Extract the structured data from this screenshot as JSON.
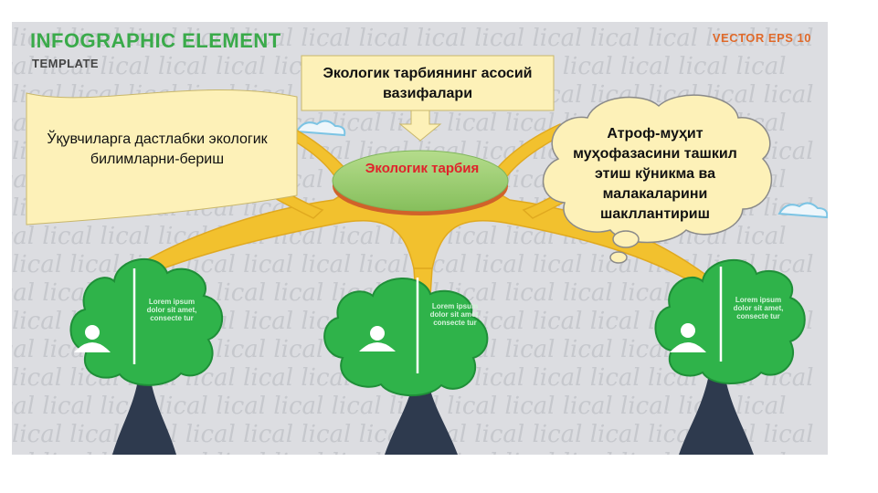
{
  "header": {
    "title": "INFOGRAPHIC ELEMENT",
    "subtitle": "TEMPLATE",
    "badge": "VECTOR EPS 10"
  },
  "watermark": "lical",
  "boxes": {
    "top": "Экологик тарбиянинг асосий вазифалари",
    "left": "Ўқувчиларга дастлабки экологик билимларни-бериш",
    "center": "Экологик тарбия",
    "right": "Атроф-муҳит муҳофазасини ташкил этиш кўникма ва малакаларини шакллантириш"
  },
  "trees": [
    {
      "text": "Lorem ipsum dolor sit amet, consecte tur"
    },
    {
      "text": "Lorem ipsum dolor sit amet, consecte tur"
    },
    {
      "text": "Lorem ipsum dolor sit amet, consecte tur"
    }
  ],
  "colors": {
    "background": "#dcdde1",
    "tree_green": "#2fb34a",
    "tree_dark": "#1f8f38",
    "trunk": "#2e3a4e",
    "branch_yellow": "#f2c12e",
    "center_ellipse": "#9fcf72",
    "center_text": "#e0232b",
    "box_fill": "#fdf1b8",
    "title_green": "#3aaa4a",
    "badge_orange": "#e06a2a"
  }
}
